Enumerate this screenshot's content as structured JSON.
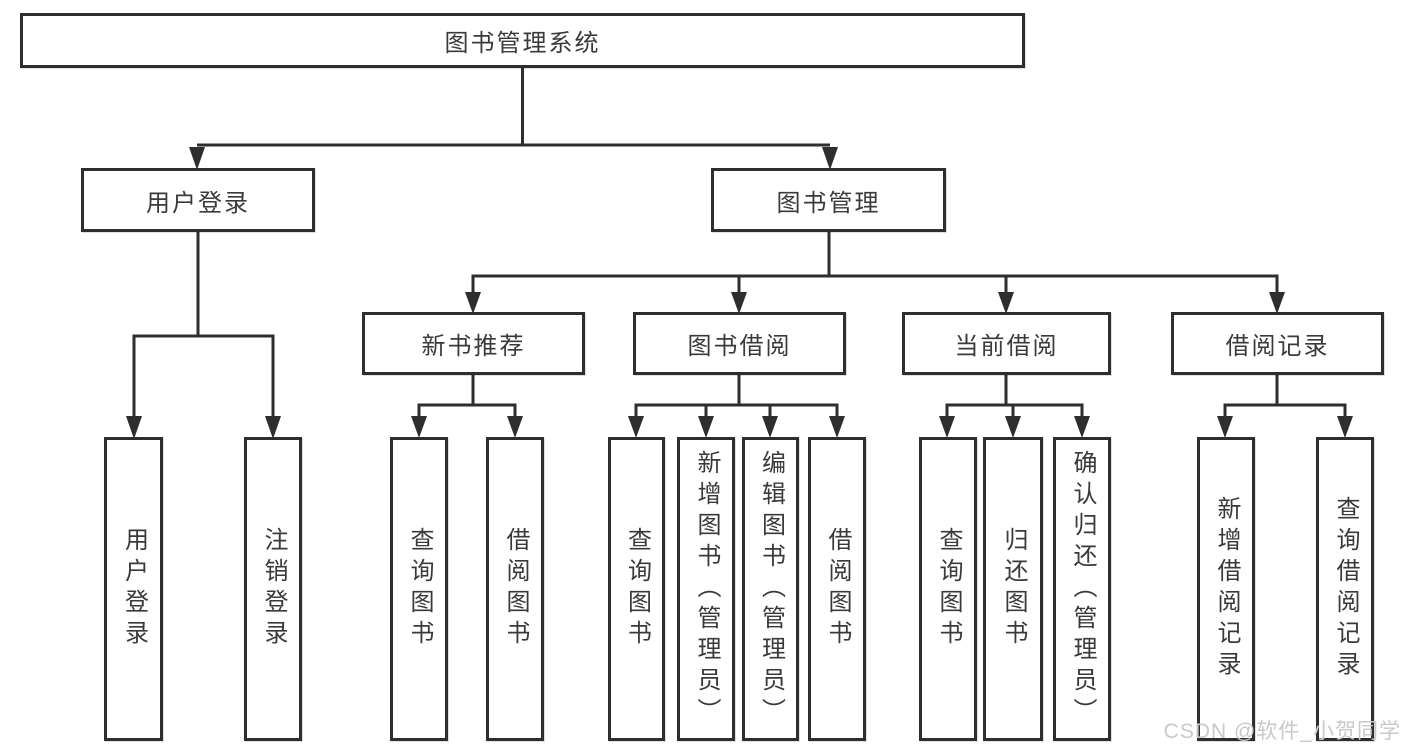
{
  "tree": {
    "label": "图书管理系统",
    "children": [
      {
        "label": "用户登录",
        "children": [
          {
            "label": "用户登录"
          },
          {
            "label": "注销登录"
          }
        ]
      },
      {
        "label": "图书管理",
        "children": [
          {
            "label": "新书推荐",
            "children": [
              {
                "label": "查询图书"
              },
              {
                "label": "借阅图书"
              }
            ]
          },
          {
            "label": "图书借阅",
            "children": [
              {
                "label": "查询图书"
              },
              {
                "label": "新增图书（管理员）"
              },
              {
                "label": "编辑图书（管理员）"
              },
              {
                "label": "借阅图书"
              }
            ]
          },
          {
            "label": "当前借阅",
            "children": [
              {
                "label": "查询图书"
              },
              {
                "label": "归还图书"
              },
              {
                "label": "确认归还（管理员）"
              }
            ]
          },
          {
            "label": "借阅记录",
            "children": [
              {
                "label": "新增借阅记录"
              },
              {
                "label": "查询借阅记录"
              }
            ]
          }
        ]
      }
    ]
  },
  "watermark": "CSDN @软件_小贺同学",
  "colors": {
    "line": "#2e2e2e",
    "text": "#3a3a3a",
    "watermark": "#c9c9c9",
    "background": "#ffffff"
  }
}
